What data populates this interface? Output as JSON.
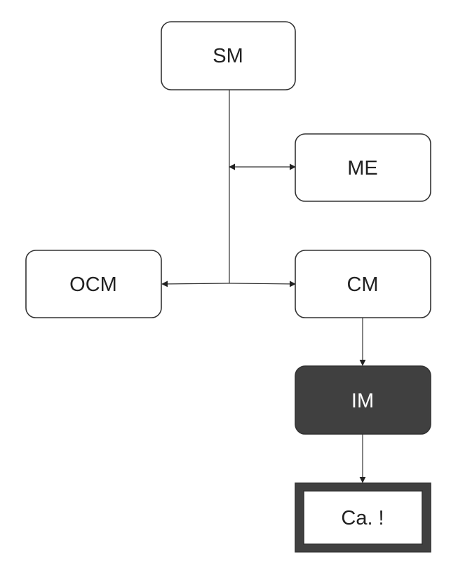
{
  "diagram": {
    "nodes": {
      "sm": {
        "label": "SM"
      },
      "me": {
        "label": "ME"
      },
      "ocm": {
        "label": "OCM"
      },
      "cm": {
        "label": "CM"
      },
      "im": {
        "label": "IM",
        "fill": "#404040"
      },
      "ca": {
        "label": "Ca. !",
        "frame_color": "#404040"
      }
    },
    "edges": [
      {
        "from": "sm",
        "to": "me",
        "type": "bidirectional"
      },
      {
        "from": "sm",
        "to": "ocm",
        "type": "directed"
      },
      {
        "from": "sm",
        "to": "cm",
        "type": "directed"
      },
      {
        "from": "cm",
        "to": "im",
        "type": "directed"
      },
      {
        "from": "im",
        "to": "ca",
        "type": "directed"
      }
    ]
  }
}
